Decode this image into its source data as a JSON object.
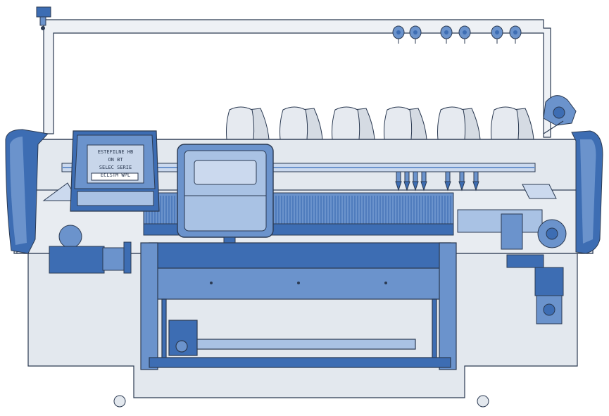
{
  "colors": {
    "background": "#ffffff",
    "body_fill": "#e3e8ee",
    "body_stroke": "#2b3a52",
    "blue_dark": "#3d6db3",
    "blue_mid": "#6b93cc",
    "blue_light": "#a9c2e4",
    "blue_pale": "#cbd9ee",
    "cone_fill": "#d5dbe3",
    "screen_fill": "#c8d6ea"
  },
  "screen": {
    "lines": [
      "ESTEFILNE HB",
      "ON BT",
      "SELEC SERIE",
      "ECLSTM WPL"
    ]
  },
  "yarn_cones": {
    "count": 6
  },
  "top_tensioners": {
    "count": 6
  },
  "icons": [
    "top-lamp-icon",
    "yarn-tensioner-icon",
    "yarn-cone-icon",
    "control-panel-icon",
    "carriage-icon",
    "motor-icon"
  ]
}
